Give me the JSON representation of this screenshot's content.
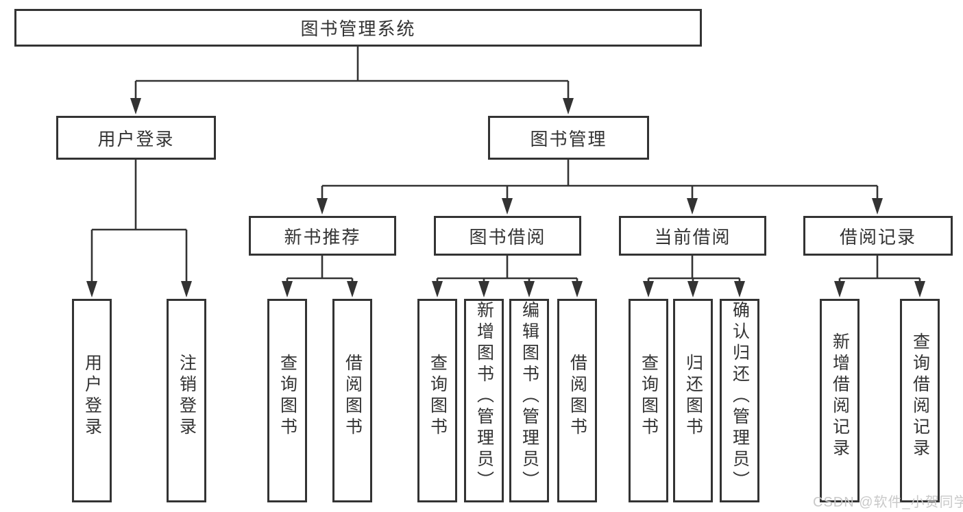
{
  "diagram_title": "图书管理系统",
  "colors": {
    "line": "#333333",
    "text": "#333333",
    "background": "#ffffff",
    "watermark": "#c9c9c9"
  },
  "root": {
    "label": "图书管理系统"
  },
  "level2": [
    {
      "label": "用户登录",
      "parent": "图书管理系统"
    },
    {
      "label": "图书管理",
      "parent": "图书管理系统"
    }
  ],
  "level3": [
    {
      "label": "新书推荐",
      "parent": "图书管理"
    },
    {
      "label": "图书借阅",
      "parent": "图书管理"
    },
    {
      "label": "当前借阅",
      "parent": "图书管理"
    },
    {
      "label": "借阅记录",
      "parent": "图书管理"
    }
  ],
  "leaves": [
    {
      "label": "用户登录",
      "parent": "用户登录"
    },
    {
      "label": "注销登录",
      "parent": "用户登录"
    },
    {
      "label": "查询图书",
      "parent": "新书推荐"
    },
    {
      "label": "借阅图书",
      "parent": "新书推荐"
    },
    {
      "label": "查询图书",
      "parent": "图书借阅"
    },
    {
      "label": "新增图书（管理员）",
      "parent": "图书借阅"
    },
    {
      "label": "编辑图书（管理员）",
      "parent": "图书借阅"
    },
    {
      "label": "借阅图书",
      "parent": "图书借阅"
    },
    {
      "label": "查询图书",
      "parent": "当前借阅"
    },
    {
      "label": "归还图书",
      "parent": "当前借阅"
    },
    {
      "label": "确认归还（管理员）",
      "parent": "当前借阅"
    },
    {
      "label": "新增借阅记录",
      "parent": "借阅记录"
    },
    {
      "label": "查询借阅记录",
      "parent": "借阅记录"
    }
  ],
  "watermark": "CSDN @软件_小贺同学"
}
